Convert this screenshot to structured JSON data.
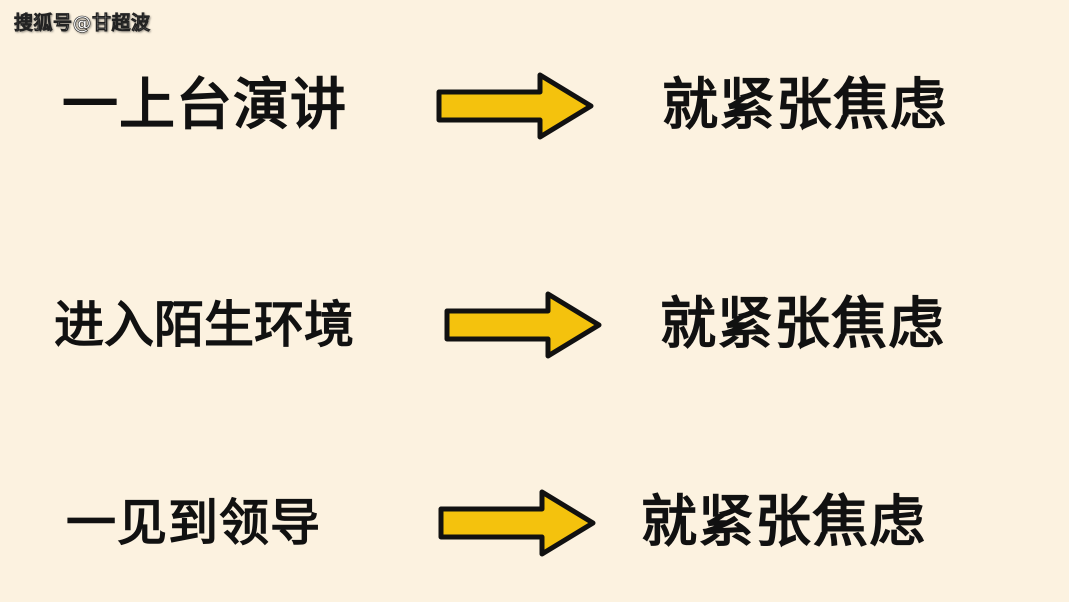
{
  "watermark": "搜狐号@甘超波",
  "rows": [
    {
      "left": "一上台演讲",
      "right": "就紧张焦虑"
    },
    {
      "left": "进入陌生环境",
      "right": "就紧张焦虑"
    },
    {
      "left": "一见到领导",
      "right": "就紧张焦虑"
    }
  ],
  "colors": {
    "background": "#fcf2e0",
    "arrow_fill": "#f4c20d",
    "arrow_stroke": "#111111",
    "text": "#111111"
  },
  "icons": {
    "arrow": "right-arrow-icon"
  }
}
